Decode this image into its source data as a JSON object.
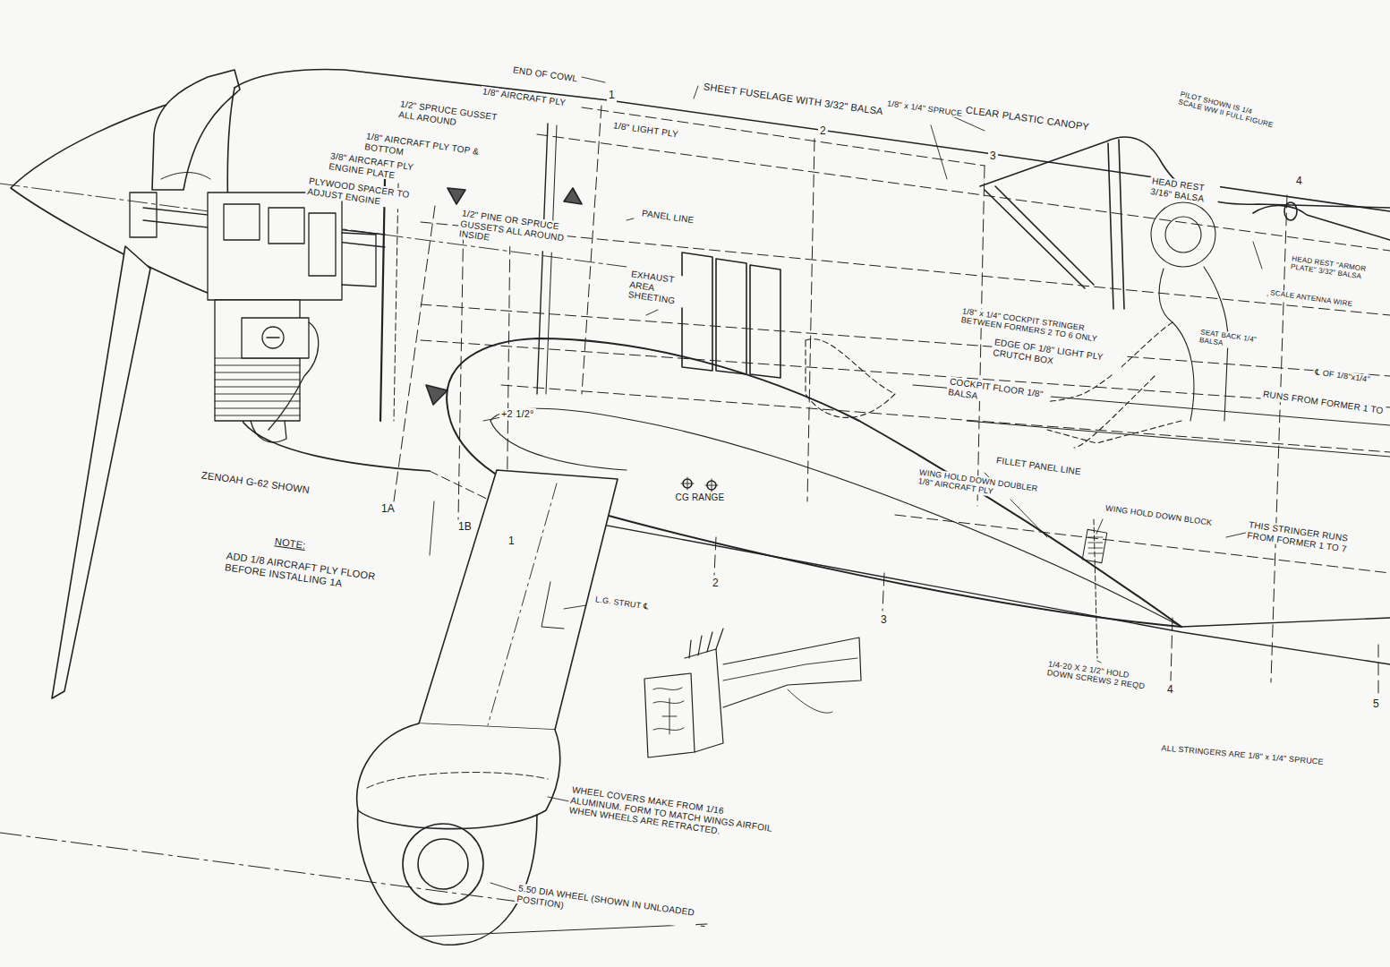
{
  "diagram": {
    "labels": [
      "END OF COWL",
      "1",
      "SHEET FUSELAGE WITH 3/32\" BALSA",
      "1/8\" x 1/4\" SPRUCE",
      "CLEAR PLASTIC CANOPY",
      "PILOT SHOWN IS 1/4 SCALE WW II FULL FIGURE",
      "2",
      "3",
      "4",
      "1/8\" AIRCRAFT PLY",
      "1/2\" SPRUCE GUSSET ALL AROUND",
      "1/8\" LIGHT PLY",
      "1/8\" AIRCRAFT PLY TOP & BOTTOM",
      "3/8\" AIRCRAFT PLY ENGINE PLATE",
      "PLYWOOD SPACER TO ADJUST ENGINE",
      "1/2\" PINE OR SPRUCE GUSSETS ALL AROUND INSIDE",
      "PANEL LINE",
      "EXHAUST AREA SHEETING",
      "HEAD REST 3/16\" BALSA",
      "HEAD REST \"ARMOR PLATE\" 3/32\" BALSA",
      "SCALE ANTENNA WIRE",
      "1/8\" x 1/4\" COCKPIT STRINGER BETWEEN FORMERS 2 TO 6 ONLY",
      "SEAT BACK 1/4\" BALSA",
      "EDGE OF 1/8\" LIGHT PLY CRUTCH BOX",
      "COCKPIT FLOOR 1/8\" BALSA",
      "℄ OF 1/8\"x1/4\"",
      "RUNS FROM FORMER 1 TO",
      "+2 1/2°",
      "CG RANGE",
      "FILLET PANEL LINE",
      "WING HOLD DOWN DOUBLER 1/8\" AIRCRAFT PLY",
      "WING HOLD DOWN BLOCK",
      "THIS STRINGER RUNS FROM FORMER 1 TO 7",
      "ZENOAH G-62 SHOWN",
      "1A",
      "1B",
      "1",
      "NOTE:",
      "ADD 1/8 AIRCRAFT PLY FLOOR BEFORE INSTALLING 1A",
      "L.G. STRUT ℄",
      "2",
      "3",
      "1/4-20 X 2 1/2\" HOLD DOWN SCREWS 2 REQD",
      "4",
      "5",
      "ALL STRINGERS ARE 1/8\" x 1/4\" SPRUCE",
      "WHEEL COVERS MAKE FROM 1/16 ALUMINUM. FORM TO MATCH WINGS AIRFOIL WHEN WHEELS ARE RETRACTED.",
      "5.50 DIA WHEEL (SHOWN IN UNLOADED POSITION)"
    ]
  }
}
